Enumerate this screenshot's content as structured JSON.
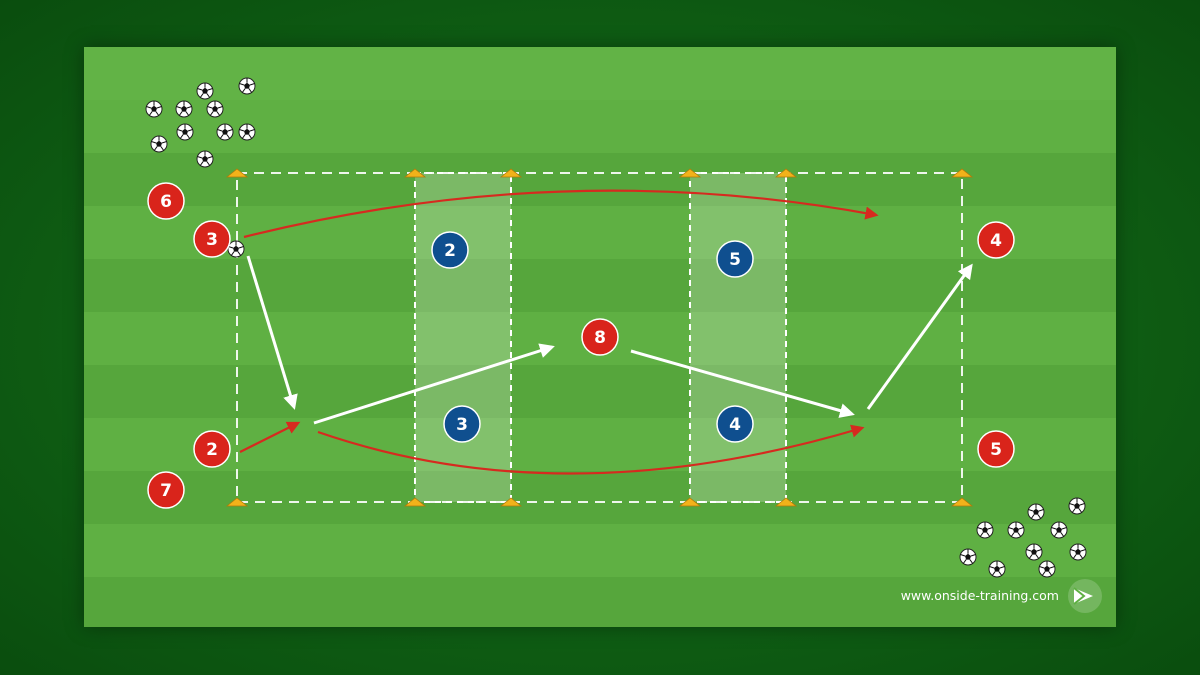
{
  "colors": {
    "pitch_light": "#5fb043",
    "pitch_dark": "#55a53b",
    "red_player": "#d9241b",
    "blue_player": "#0f4f8f",
    "cone": "#f2b21a",
    "pass_arrow": "#ffffff",
    "run_arrow": "#d62a1f"
  },
  "icons": {
    "ball": "soccer-ball-icon",
    "cone": "cone-marker-icon",
    "logo": "onside-logo-icon"
  },
  "red_team": {
    "players": [
      {
        "id": "red-6",
        "label": "6"
      },
      {
        "id": "red-3",
        "label": "3"
      },
      {
        "id": "red-2",
        "label": "2"
      },
      {
        "id": "red-7",
        "label": "7"
      },
      {
        "id": "red-8",
        "label": "8"
      },
      {
        "id": "red-4",
        "label": "4"
      },
      {
        "id": "red-5",
        "label": "5"
      }
    ]
  },
  "blue_team": {
    "players": [
      {
        "id": "blue-2",
        "label": "2"
      },
      {
        "id": "blue-3",
        "label": "3"
      },
      {
        "id": "blue-5",
        "label": "5"
      },
      {
        "id": "blue-4",
        "label": "4"
      }
    ]
  },
  "footer": {
    "website": "www.onside-training.com"
  }
}
